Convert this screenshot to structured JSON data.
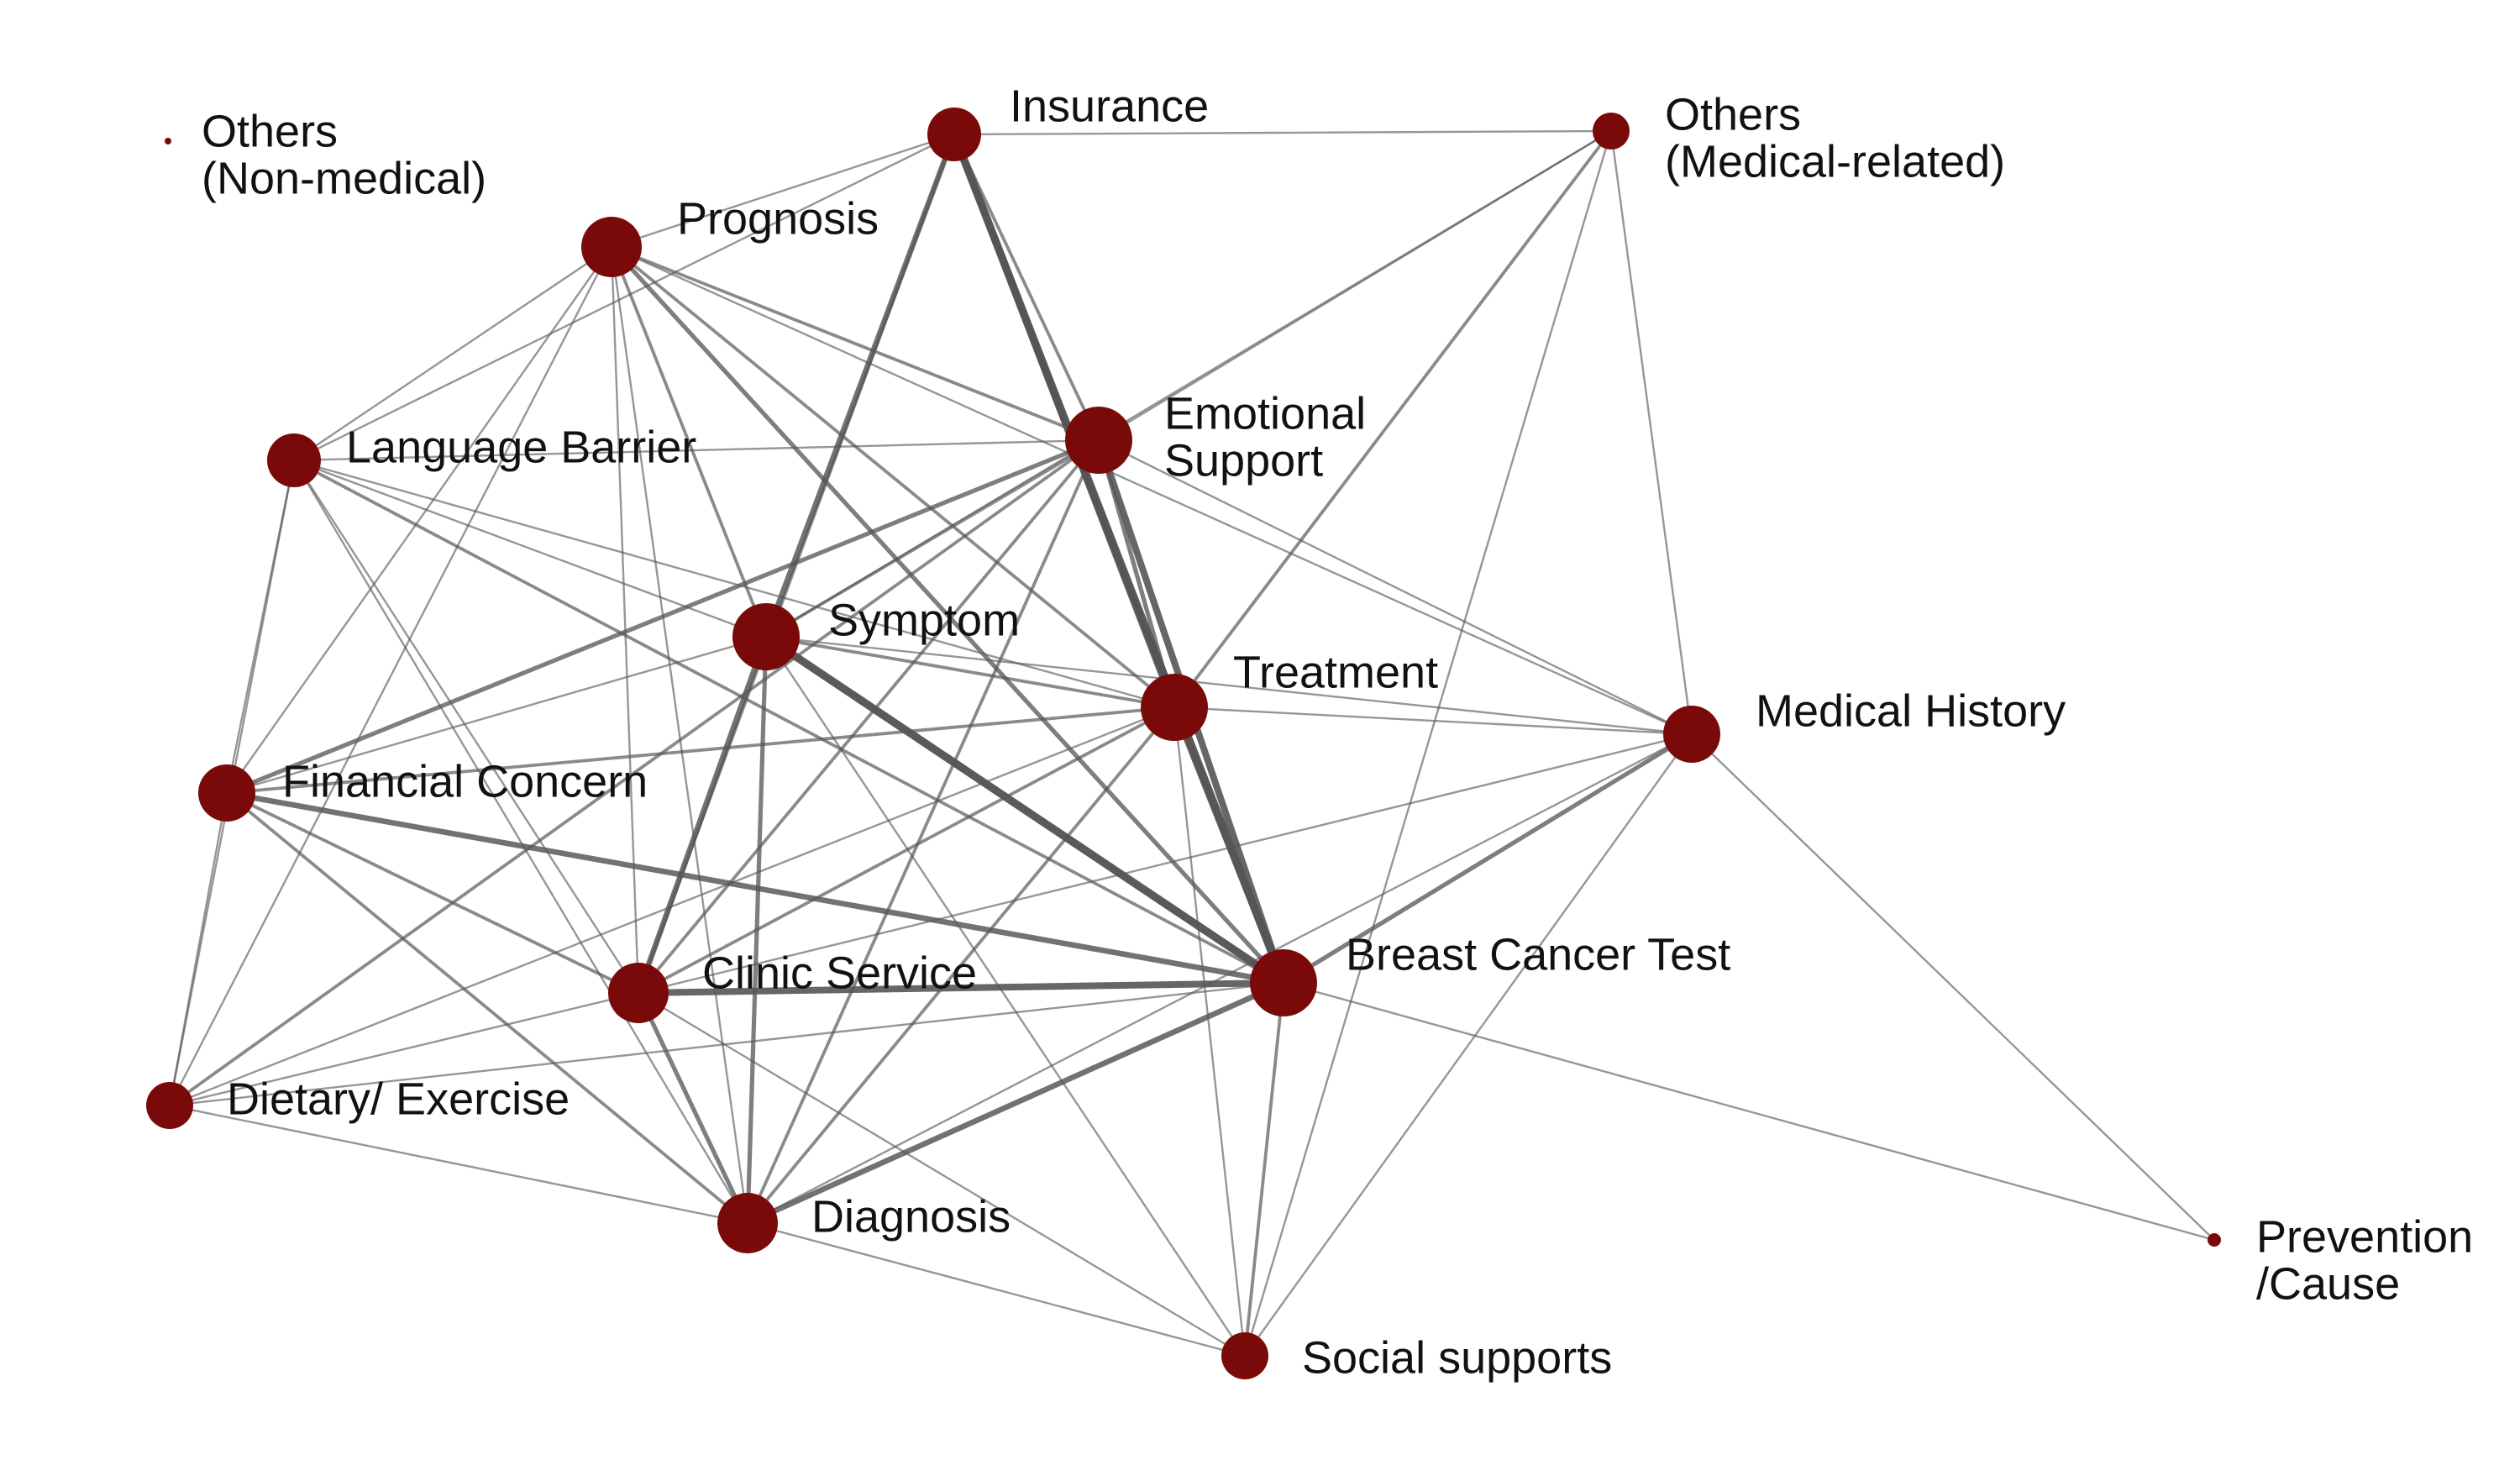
{
  "colors": {
    "node_fill": "#7a0a0a",
    "edge_stroke": "#555555",
    "label_text": "#111111",
    "background": "#ffffff"
  },
  "nodes": [
    {
      "id": "others_non_medical",
      "label": [
        "Others",
        "(Non-medical)"
      ]
    },
    {
      "id": "insurance",
      "label": [
        "Insurance"
      ]
    },
    {
      "id": "others_medical_related",
      "label": [
        "Others",
        "(Medical-related)"
      ]
    },
    {
      "id": "prognosis",
      "label": [
        "Prognosis"
      ]
    },
    {
      "id": "emotional_support",
      "label": [
        "Emotional",
        "Support"
      ]
    },
    {
      "id": "language_barrier",
      "label": [
        "Language Barrier"
      ]
    },
    {
      "id": "symptom",
      "label": [
        "Symptom"
      ]
    },
    {
      "id": "treatment",
      "label": [
        "Treatment"
      ]
    },
    {
      "id": "medical_history",
      "label": [
        "Medical History"
      ]
    },
    {
      "id": "financial_concern",
      "label": [
        "Financial Concern"
      ]
    },
    {
      "id": "breast_cancer_test",
      "label": [
        "Breast Cancer Test"
      ]
    },
    {
      "id": "clinic_service",
      "label": [
        "Clinic Service"
      ]
    },
    {
      "id": "dietary_exercise",
      "label": [
        "Dietary/ Exercise"
      ]
    },
    {
      "id": "diagnosis",
      "label": [
        "Diagnosis"
      ]
    },
    {
      "id": "prevention_cause",
      "label": [
        "Prevention",
        "/Cause"
      ]
    },
    {
      "id": "social_supports",
      "label": [
        "Social supports"
      ]
    }
  ],
  "edges": [
    [
      "insurance",
      "treatment",
      5
    ],
    [
      "insurance",
      "breast_cancer_test",
      6
    ],
    [
      "insurance",
      "symptom",
      4
    ],
    [
      "insurance",
      "prognosis",
      1
    ],
    [
      "insurance",
      "others_medical_related",
      1
    ],
    [
      "insurance",
      "emotional_support",
      2
    ],
    [
      "insurance",
      "clinic_service",
      2
    ],
    [
      "insurance",
      "language_barrier",
      1
    ],
    [
      "others_medical_related",
      "emotional_support",
      1
    ],
    [
      "others_medical_related",
      "treatment",
      2
    ],
    [
      "others_medical_related",
      "medical_history",
      1
    ],
    [
      "others_medical_related",
      "symptom",
      1
    ],
    [
      "others_medical_related",
      "social_supports",
      1
    ],
    [
      "prognosis",
      "emotional_support",
      2
    ],
    [
      "prognosis",
      "treatment",
      2
    ],
    [
      "prognosis",
      "breast_cancer_test",
      3
    ],
    [
      "prognosis",
      "symptom",
      2
    ],
    [
      "prognosis",
      "clinic_service",
      1
    ],
    [
      "prognosis",
      "diagnosis",
      1
    ],
    [
      "prognosis",
      "language_barrier",
      1
    ],
    [
      "prognosis",
      "financial_concern",
      1
    ],
    [
      "prognosis",
      "medical_history",
      1
    ],
    [
      "prognosis",
      "dietary_exercise",
      1
    ],
    [
      "emotional_support",
      "treatment",
      3
    ],
    [
      "emotional_support",
      "breast_cancer_test",
      5
    ],
    [
      "emotional_support",
      "symptom",
      2
    ],
    [
      "emotional_support",
      "financial_concern",
      3
    ],
    [
      "emotional_support",
      "clinic_service",
      2
    ],
    [
      "emotional_support",
      "diagnosis",
      2
    ],
    [
      "emotional_support",
      "language_barrier",
      1
    ],
    [
      "emotional_support",
      "medical_history",
      1
    ],
    [
      "emotional_support",
      "dietary_exercise",
      2
    ],
    [
      "language_barrier",
      "breast_cancer_test",
      2
    ],
    [
      "language_barrier",
      "symptom",
      1
    ],
    [
      "language_barrier",
      "treatment",
      1
    ],
    [
      "language_barrier",
      "clinic_service",
      1
    ],
    [
      "language_barrier",
      "dietary_exercise",
      1
    ],
    [
      "language_barrier",
      "financial_concern",
      1
    ],
    [
      "language_barrier",
      "diagnosis",
      1
    ],
    [
      "symptom",
      "breast_cancer_test",
      6
    ],
    [
      "symptom",
      "treatment",
      2
    ],
    [
      "symptom",
      "diagnosis",
      3
    ],
    [
      "symptom",
      "clinic_service",
      4
    ],
    [
      "symptom",
      "financial_concern",
      1
    ],
    [
      "symptom",
      "social_supports",
      1
    ],
    [
      "symptom",
      "medical_history",
      1
    ],
    [
      "treatment",
      "breast_cancer_test",
      5
    ],
    [
      "treatment",
      "diagnosis",
      2
    ],
    [
      "treatment",
      "clinic_service",
      2
    ],
    [
      "treatment",
      "financial_concern",
      2
    ],
    [
      "treatment",
      "medical_history",
      1
    ],
    [
      "treatment",
      "social_supports",
      1
    ],
    [
      "treatment",
      "dietary_exercise",
      1
    ],
    [
      "medical_history",
      "breast_cancer_test",
      3
    ],
    [
      "medical_history",
      "prevention_cause",
      1
    ],
    [
      "medical_history",
      "diagnosis",
      1
    ],
    [
      "medical_history",
      "social_supports",
      1
    ],
    [
      "medical_history",
      "clinic_service",
      1
    ],
    [
      "financial_concern",
      "breast_cancer_test",
      4
    ],
    [
      "financial_concern",
      "clinic_service",
      2
    ],
    [
      "financial_concern",
      "diagnosis",
      2
    ],
    [
      "financial_concern",
      "dietary_exercise",
      1
    ],
    [
      "breast_cancer_test",
      "clinic_service",
      5
    ],
    [
      "breast_cancer_test",
      "diagnosis",
      4
    ],
    [
      "breast_cancer_test",
      "social_supports",
      2
    ],
    [
      "breast_cancer_test",
      "prevention_cause",
      1
    ],
    [
      "breast_cancer_test",
      "dietary_exercise",
      1
    ],
    [
      "clinic_service",
      "diagnosis",
      3
    ],
    [
      "clinic_service",
      "dietary_exercise",
      1
    ],
    [
      "clinic_service",
      "social_supports",
      1
    ],
    [
      "diagnosis",
      "social_supports",
      1
    ],
    [
      "diagnosis",
      "dietary_exercise",
      1
    ]
  ]
}
